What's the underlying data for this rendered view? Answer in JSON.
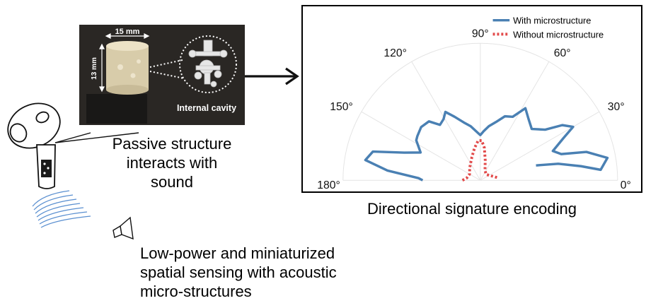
{
  "photo": {
    "width_label": "15 mm",
    "height_label": "13 mm",
    "cavity_label": "Internal cavity"
  },
  "captions": {
    "passive_lines": [
      "Passive structure",
      "interacts with",
      "sound"
    ],
    "directional": "Directional signature encoding",
    "lowpower_lines": [
      "Low-power and miniaturized",
      "spatial sensing with acoustic",
      "micro-structures"
    ]
  },
  "chart_data": {
    "type": "polar",
    "angle_ticks": [
      "0°",
      "30°",
      "60°",
      "90°",
      "120°",
      "150°",
      "180°"
    ],
    "angle_tick_values": [
      0,
      30,
      60,
      90,
      120,
      150,
      180
    ],
    "angle_range": [
      0,
      180
    ],
    "radius_range": [
      0,
      1
    ],
    "grid": true,
    "legend": "top-right",
    "series": [
      {
        "name": "With microstructure",
        "style": "solid",
        "color": "#4a80b3",
        "points": [
          [
            15,
            0.42
          ],
          [
            12,
            0.58
          ],
          [
            8,
            0.74
          ],
          [
            5,
            0.88
          ],
          [
            10,
            0.94
          ],
          [
            15,
            0.8
          ],
          [
            18,
            0.62
          ],
          [
            22,
            0.57
          ],
          [
            27,
            0.68
          ],
          [
            30,
            0.78
          ],
          [
            34,
            0.72
          ],
          [
            38,
            0.6
          ],
          [
            45,
            0.53
          ],
          [
            52,
            0.57
          ],
          [
            58,
            0.62
          ],
          [
            63,
            0.52
          ],
          [
            69,
            0.5
          ],
          [
            75,
            0.44
          ],
          [
            81,
            0.4
          ],
          [
            86,
            0.36
          ],
          [
            90,
            0.33
          ],
          [
            95,
            0.36
          ],
          [
            100,
            0.4
          ],
          [
            106,
            0.44
          ],
          [
            112,
            0.5
          ],
          [
            117,
            0.56
          ],
          [
            121,
            0.52
          ],
          [
            126,
            0.5
          ],
          [
            131,
            0.57
          ],
          [
            138,
            0.58
          ],
          [
            145,
            0.56
          ],
          [
            148,
            0.55
          ],
          [
            155,
            0.48
          ],
          [
            160,
            0.59
          ],
          [
            165,
            0.81
          ],
          [
            170,
            0.85
          ],
          [
            174,
            0.68
          ],
          [
            178,
            0.45
          ],
          [
            180,
            0.42
          ]
        ]
      },
      {
        "name": "Without microstructure",
        "style": "dotted",
        "color": "#e24a4a",
        "points": [
          [
            180,
            0.13
          ],
          [
            170,
            0.1
          ],
          [
            150,
            0.09
          ],
          [
            130,
            0.12
          ],
          [
            110,
            0.18
          ],
          [
            100,
            0.24
          ],
          [
            93,
            0.29
          ],
          [
            88,
            0.29
          ],
          [
            83,
            0.24
          ],
          [
            76,
            0.15
          ],
          [
            65,
            0.08
          ],
          [
            45,
            0.06
          ],
          [
            20,
            0.09
          ],
          [
            8,
            0.13
          ]
        ]
      }
    ]
  },
  "colors": {
    "with_series": "#4a80b3",
    "without_series": "#e24a4a",
    "grid": "#e4e4e4",
    "photo_bg": "#2a2724"
  },
  "icons": {
    "earbud": "earbud-icon",
    "speaker": "speaker-icon",
    "arrow": "arrow-right-icon"
  }
}
